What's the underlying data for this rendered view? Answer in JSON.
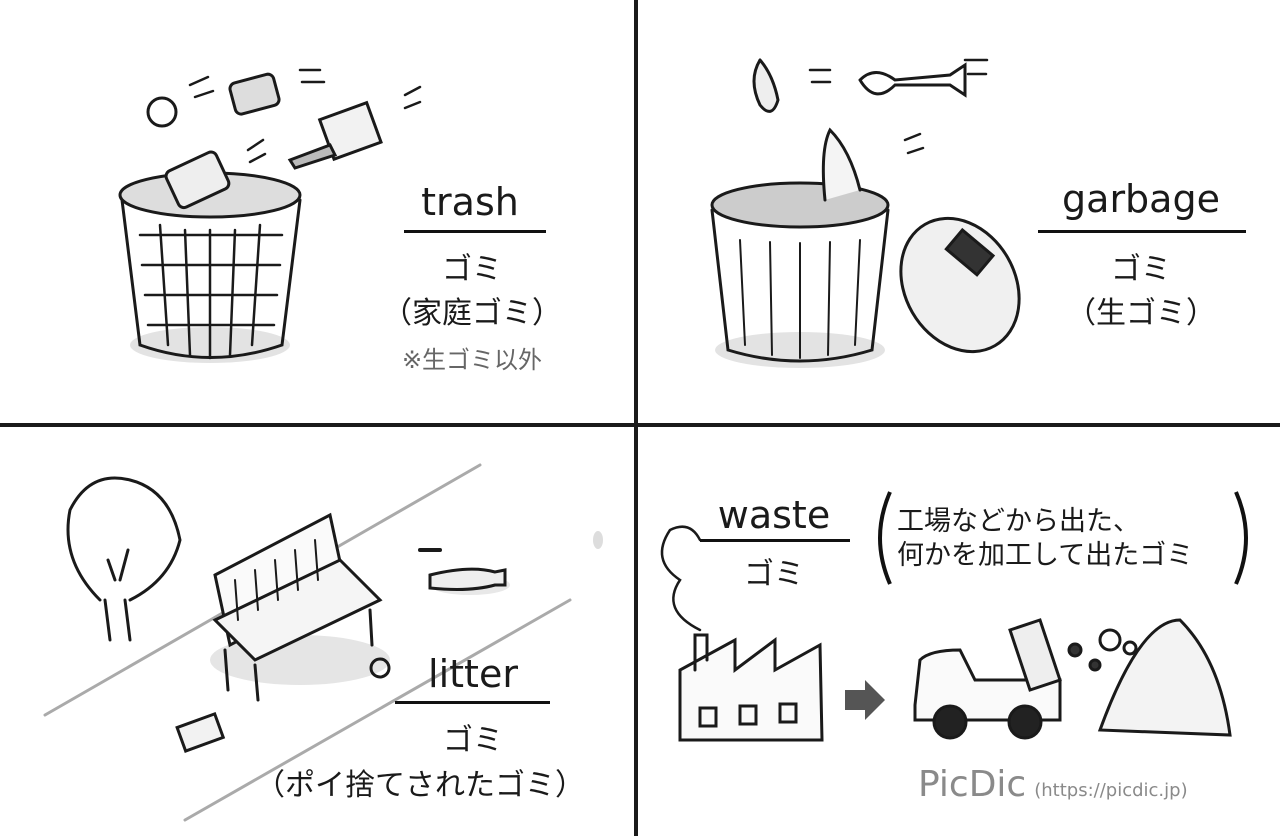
{
  "panels": [
    {
      "word": "trash",
      "meaning": "ゴミ",
      "detail": "（家庭ゴミ）",
      "note": "※生ゴミ以外"
    },
    {
      "word": "garbage",
      "meaning": "ゴミ",
      "detail": "（生ゴミ）"
    },
    {
      "word": "litter",
      "meaning": "ゴミ",
      "detail": "（ポイ捨てされたゴミ）"
    },
    {
      "word": "waste",
      "meaning": "ゴミ",
      "detail_line1": "工場などから出た、",
      "detail_line2": "何かを加工して出たゴミ"
    }
  ],
  "credit": {
    "brand": "PicDic",
    "url": "(https://picdic.jp)"
  }
}
